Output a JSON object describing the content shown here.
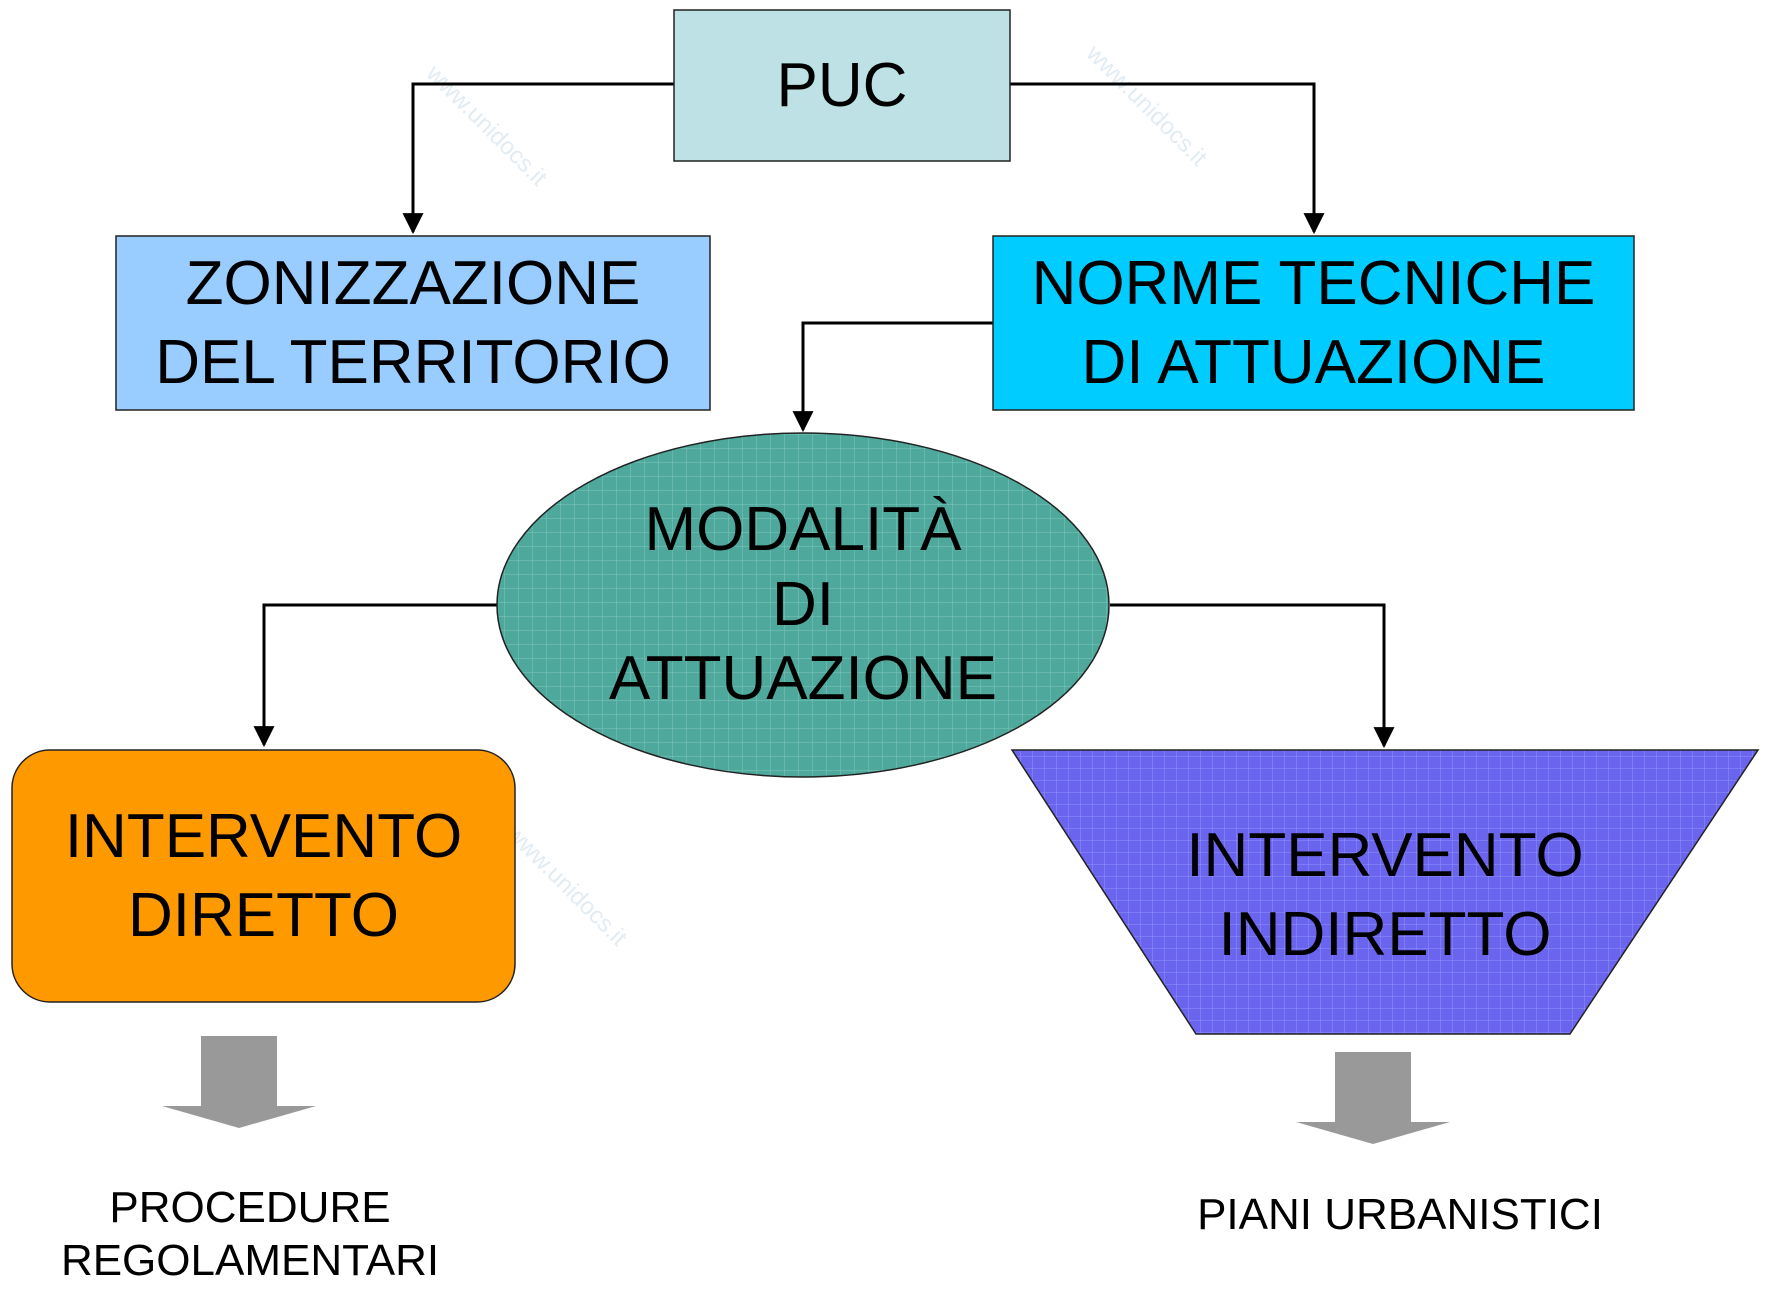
{
  "watermark": {
    "text": "www.unidocs.it",
    "color": "#e3edf3"
  },
  "nodes": {
    "puc": {
      "label": "PUC",
      "fill": "#bde1e4"
    },
    "zonizzazione": {
      "line1": "ZONIZZAZIONE",
      "line2": "DEL TERRITORIO",
      "fill": "#99ccff"
    },
    "norme": {
      "line1": "NORME TECNICHE",
      "line2": "DI ATTUAZIONE",
      "fill": "#00ccff"
    },
    "modalita": {
      "line1": "MODALITÀ",
      "line2": "DI",
      "line3": "ATTUAZIONE",
      "fill": "#4ea89c"
    },
    "diretto": {
      "line1": "INTERVENTO",
      "line2": "DIRETTO",
      "fill": "#ff9900"
    },
    "indiretto": {
      "line1": "INTERVENTO",
      "line2": "INDIRETTO",
      "fill": "#6a64ee"
    }
  },
  "outputs": {
    "procedure": {
      "line1": "PROCEDURE",
      "line2": "REGOLAMENTARI"
    },
    "piani": {
      "label": "PIANI URBANISTICI"
    }
  },
  "block_arrow_color": "#999999",
  "connector_color": "#000000"
}
